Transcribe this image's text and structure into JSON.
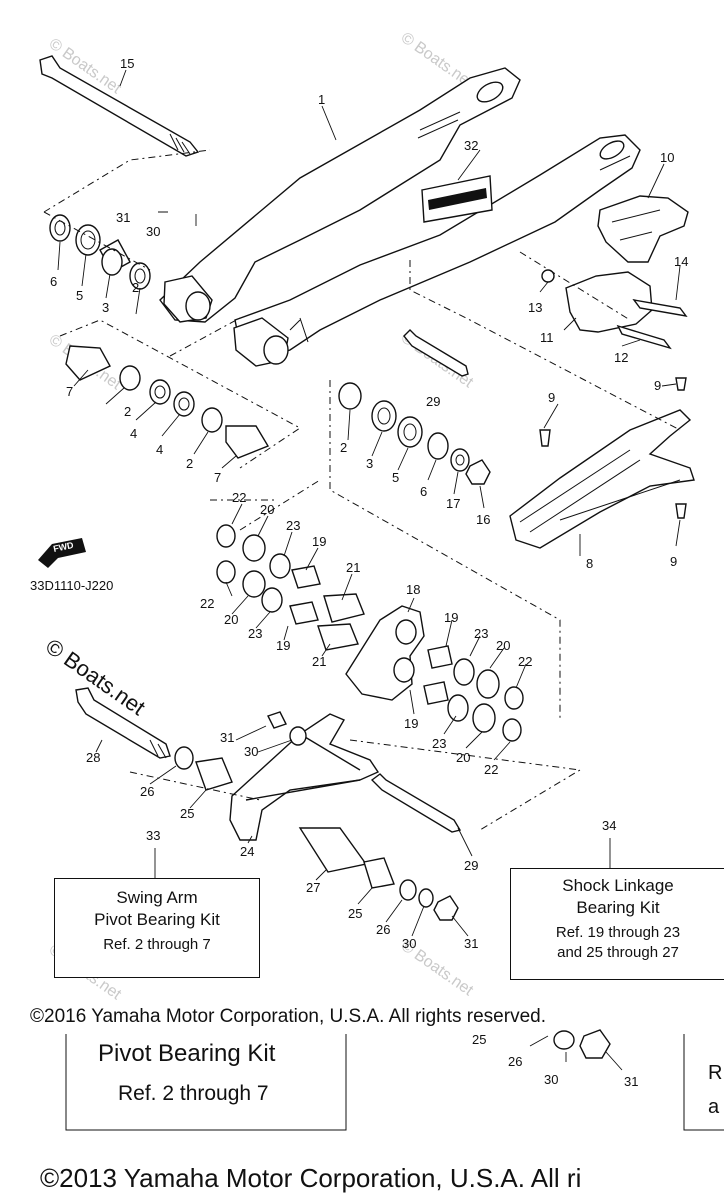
{
  "diagram": {
    "code": "33D1110-J220",
    "fwd_label": "FWD",
    "watermark": "© Boats.net",
    "callouts": [
      "1",
      "2",
      "3",
      "4",
      "5",
      "6",
      "7",
      "8",
      "9",
      "10",
      "11",
      "12",
      "13",
      "14",
      "15",
      "16",
      "17",
      "18",
      "19",
      "20",
      "21",
      "22",
      "23",
      "24",
      "25",
      "26",
      "27",
      "28",
      "29",
      "30",
      "31",
      "32"
    ]
  },
  "kits": [
    {
      "number": "33",
      "title_line1": "Swing Arm",
      "title_line2": "Pivot Bearing Kit",
      "ref_line1": "Ref. 2 through 7",
      "ref_line2": ""
    },
    {
      "number": "34",
      "title_line1": "Shock Linkage",
      "title_line2": "Bearing Kit",
      "ref_line1": "Ref. 19 through 23",
      "ref_line2": "and 25 through 27"
    }
  ],
  "copyright_2016": "©2016 Yamaha Motor Corporation, U.S.A. All rights reserved.",
  "lower_fragment": {
    "kit_title": "Pivot Bearing Kit",
    "kit_ref": "Ref. 2 through 7",
    "labels": [
      "25",
      "26",
      "30",
      "31"
    ],
    "right_letters_1": "R",
    "right_letters_2": "a",
    "copyright_2013": "©2013 Yamaha Motor Corporation, U.S.A. All ri"
  }
}
